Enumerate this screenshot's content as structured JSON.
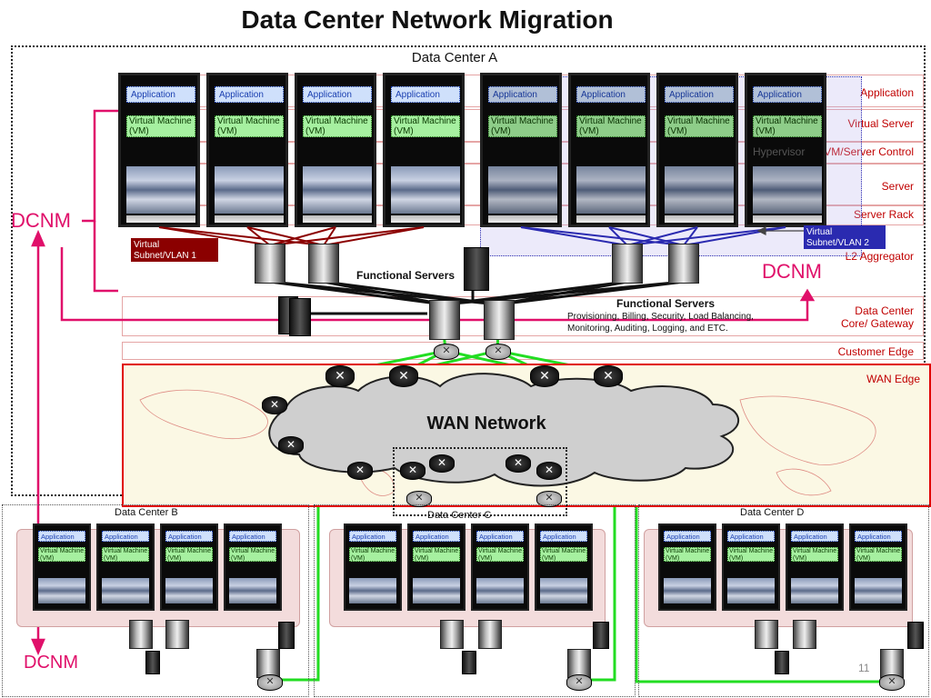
{
  "title": "Data Center Network Migration",
  "dc_a": {
    "label": "Data Center A"
  },
  "layers": [
    {
      "label": "Application"
    },
    {
      "label": "Virtual Server"
    },
    {
      "label": "VM/Server Control"
    },
    {
      "label": "Server"
    },
    {
      "label": "Server Rack"
    },
    {
      "label": "L2 Aggregator"
    },
    {
      "label": "Data Center Core/ Gateway"
    },
    {
      "label": "Customer Edge"
    },
    {
      "label": "WAN Edge"
    }
  ],
  "rack": {
    "app_label": "Application",
    "vm_label": "Virtual Machine (VM)"
  },
  "hypervisor": "Hypervisor",
  "subnet1": "Virtual Subnet/VLAN 1",
  "subnet2": "Virtual Subnet/VLAN 2",
  "dcnm": "DCNM",
  "functional_servers": "Functional Servers",
  "functional_servers_desc": "Provisioning, Billing, Security, Load Balancing, Monitoring, Auditing, Logging, and ETC.",
  "wan_network": "WAN Network",
  "sub_dcs": [
    {
      "label": "Data Center B"
    },
    {
      "label": "Data Center C"
    },
    {
      "label": "Data Center D"
    }
  ],
  "page_number": "11",
  "colors": {
    "accent": "#e0106a",
    "vlan1": "#8b0000",
    "vlan2": "#2a2ab0",
    "link_green": "#22dd22",
    "wan_border": "#e00000"
  }
}
